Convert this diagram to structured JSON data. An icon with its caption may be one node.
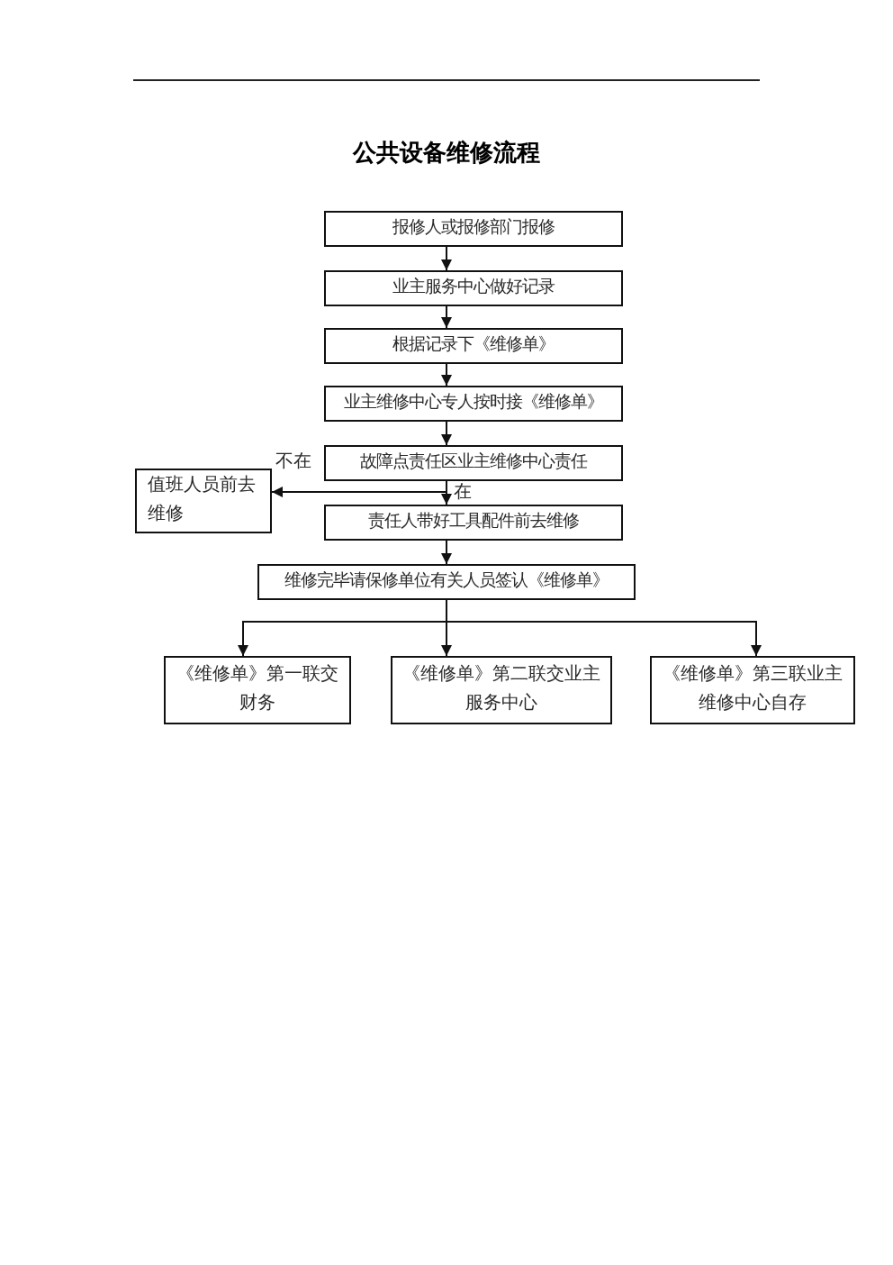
{
  "diagram": {
    "title": "公共设备维修流程",
    "nodes": [
      {
        "text": [
          "报修人或报修部门报修"
        ]
      },
      {
        "text": [
          "业主服务中心做好记录"
        ]
      },
      {
        "text": [
          "根据记录下《维修单》"
        ]
      },
      {
        "text": [
          "业主维修中心专人按时接《维修单》"
        ]
      },
      {
        "text": [
          "故障点责任区业主维修中心责任"
        ]
      },
      {
        "text": [
          "值班人员前去维修"
        ]
      },
      {
        "text": [
          "责任人带好工具配件前去维修"
        ]
      },
      {
        "text": [
          "维修完毕请保修单位有关人员签认《维修单》"
        ]
      },
      {
        "text": [
          "《维修单》第一联交财务"
        ]
      },
      {
        "text": [
          "《维修单》第二联交业主服务中心"
        ]
      },
      {
        "text": [
          "《维修单》第三联业主维修中心自存"
        ]
      }
    ],
    "edges": [
      {
        "from": 0,
        "to": 1,
        "arrow": "to"
      },
      {
        "from": 1,
        "to": 2,
        "arrow": "to"
      },
      {
        "from": 2,
        "to": 3,
        "arrow": "to"
      },
      {
        "from": 3,
        "to": 4,
        "arrow": "to"
      },
      {
        "from": 4,
        "to": 5,
        "arrow": "to",
        "label": "不在"
      },
      {
        "from": 4,
        "to": 6,
        "arrow": "to",
        "label": "在"
      },
      {
        "from": 6,
        "to": 7,
        "arrow": "to"
      },
      {
        "from": 7,
        "to": 8,
        "arrow": "to"
      },
      {
        "from": 7,
        "to": 9,
        "arrow": "to"
      },
      {
        "from": 7,
        "to": 10,
        "arrow": "to"
      }
    ]
  }
}
